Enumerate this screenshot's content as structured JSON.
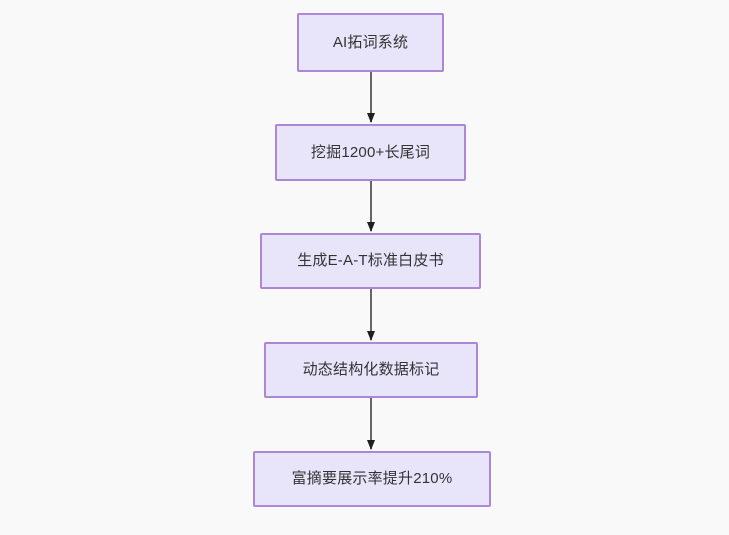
{
  "diagram": {
    "type": "flowchart",
    "direction": "top-down",
    "background_color": "#f9f9f9",
    "node_fill_color": "#e8e5fb",
    "node_border_color": "#ab87d6",
    "node_text_color": "#333333",
    "edge_color": "#666666",
    "arrowhead_color": "#1f1f1f",
    "nodes": [
      {
        "id": "n0",
        "label": "AI拓词系统"
      },
      {
        "id": "n1",
        "label": "挖掘1200+长尾词"
      },
      {
        "id": "n2",
        "label": "生成E-A-T标准白皮书"
      },
      {
        "id": "n3",
        "label": "动态结构化数据标记"
      },
      {
        "id": "n4",
        "label": "富摘要展示率提升210%"
      }
    ],
    "edges": [
      {
        "from": "n0",
        "to": "n1",
        "label": ""
      },
      {
        "from": "n1",
        "to": "n2",
        "label": ""
      },
      {
        "from": "n2",
        "to": "n3",
        "label": ""
      },
      {
        "from": "n3",
        "to": "n4",
        "label": ""
      }
    ]
  }
}
